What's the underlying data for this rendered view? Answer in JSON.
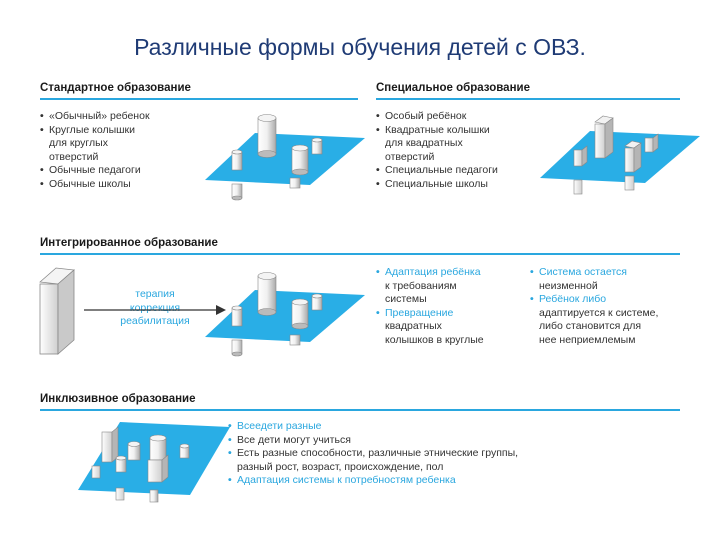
{
  "title": "Различные формы обучения детей  с ОВЗ.",
  "standard": {
    "title": "Стандартное образование",
    "items": [
      [
        "«Обычный» ребенок"
      ],
      [
        "Круглые колышки",
        "для круглых",
        "отверстий"
      ],
      [
        "Обычные педагоги"
      ],
      [
        "Обычные школы"
      ]
    ]
  },
  "special": {
    "title": "Специальное образование",
    "items": [
      [
        "Особый ребёнок"
      ],
      [
        "Квадратные колышки",
        "для квадратных",
        "отверстий"
      ],
      [
        "Специальные педагоги"
      ],
      [
        "Специальные школы"
      ]
    ]
  },
  "integrated": {
    "title": "Интегрированное образование",
    "arrow_lines": [
      "терапия",
      "коррекция",
      "реабилитация"
    ],
    "items_left": [
      [
        "Адаптация ребёнка",
        "к требованиям",
        "системы"
      ],
      [
        "Превращение",
        "квадратных",
        "колышков в круглые"
      ]
    ],
    "items_right": [
      [
        "Система остается",
        "неизменной"
      ],
      [
        "Ребёнок либо",
        "адаптируется к системе,",
        "либо становится для",
        "нее неприемлемым"
      ]
    ]
  },
  "inclusive": {
    "title": "Инклюзивное образование",
    "items": [
      [
        "Всеедети разные"
      ],
      [
        "Все дети могут учиться"
      ],
      [
        "Есть разные способности, различные этнические группы,",
        "разный рост, возраст, происхождение, пол"
      ],
      [
        "Адаптация системы к потребностям ребенка"
      ]
    ]
  },
  "colors": {
    "accent": "#2aa7df",
    "title": "#1f3b75",
    "platform": "#29aee6"
  }
}
